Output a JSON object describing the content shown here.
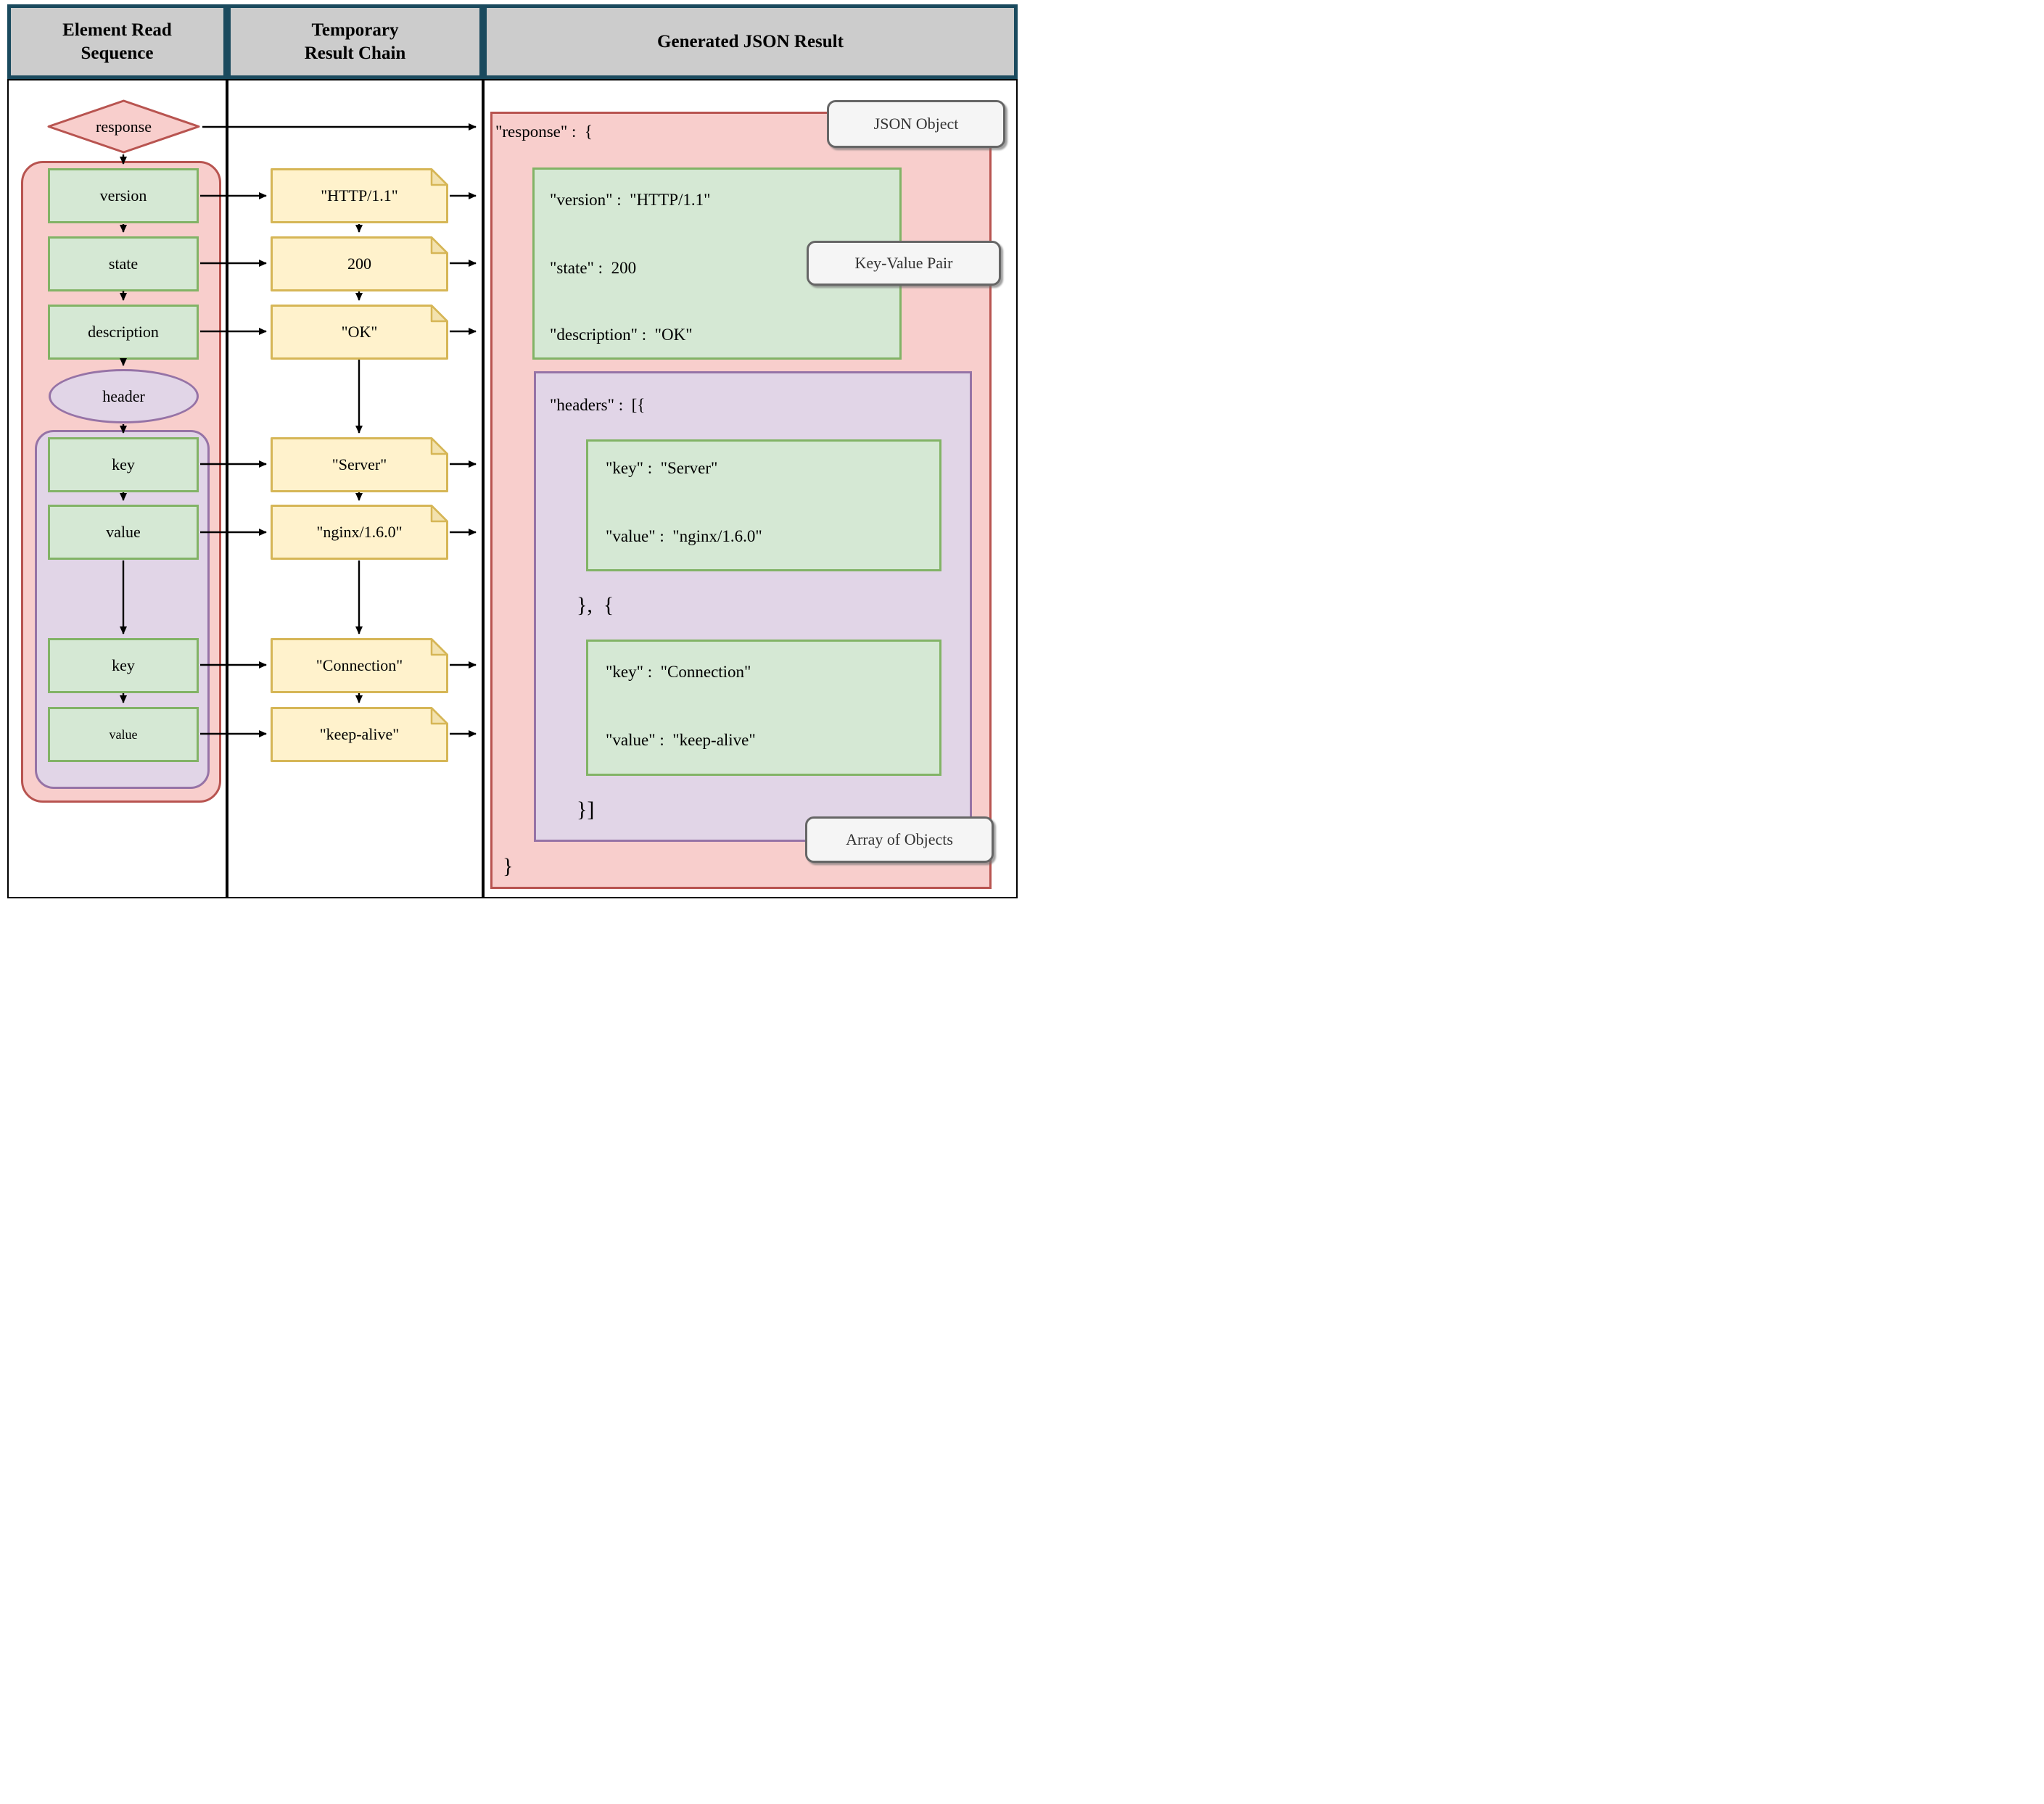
{
  "columns": {
    "col1_title": "Element Read Sequence",
    "col2_title": "Temporary Result Chain",
    "col3_title": "Generated JSON Result"
  },
  "flowchart": {
    "root": "response",
    "version": "version",
    "state": "state",
    "description": "description",
    "header": "header",
    "key1": "key",
    "value1": "value",
    "key2": "key",
    "value2": "value"
  },
  "notes": {
    "n1": "\"HTTP/1.1\"",
    "n2": "200",
    "n3": "\"OK\"",
    "n4": "\"Server\"",
    "n5": "\"nginx/1.6.0\"",
    "n6": "\"Connection\"",
    "n7": "\"keep-alive\""
  },
  "json_result": {
    "response_open": "\"response\" :  {",
    "version_pair": "\"version\" :  \"HTTP/1.1\"",
    "state_pair": "\"state\" :  200",
    "description_pair": "\"description\" :  \"OK\"",
    "headers_open": "\"headers\" :  [{",
    "obj1_key": "\"key\" :  \"Server\"",
    "obj1_value": "\"value\" :  \"nginx/1.6.0\"",
    "separator": "},  {",
    "obj2_key": "\"key\" :  \"Connection\"",
    "obj2_value": "\"value\" :  \"keep-alive\"",
    "array_close": "}]",
    "object_close": "}"
  },
  "callouts": {
    "json_object": "JSON Object",
    "key_value_pair": "Key-Value Pair",
    "array_of_objects": "Array of Objects"
  },
  "colors": {
    "pink_fill": "#f8cecc",
    "pink_stroke": "#b85450",
    "green_fill": "#d5e8d4",
    "green_stroke": "#82b366",
    "purple_fill": "#e1d5e7",
    "purple_stroke": "#9673a6",
    "note_fill": "#fff2cc",
    "note_stroke": "#d6b656",
    "header_fill": "#cccccc",
    "header_stroke": "#1a4a5e",
    "callout_fill": "#f5f5f5",
    "callout_stroke": "#666666",
    "arrow": "#000000"
  }
}
